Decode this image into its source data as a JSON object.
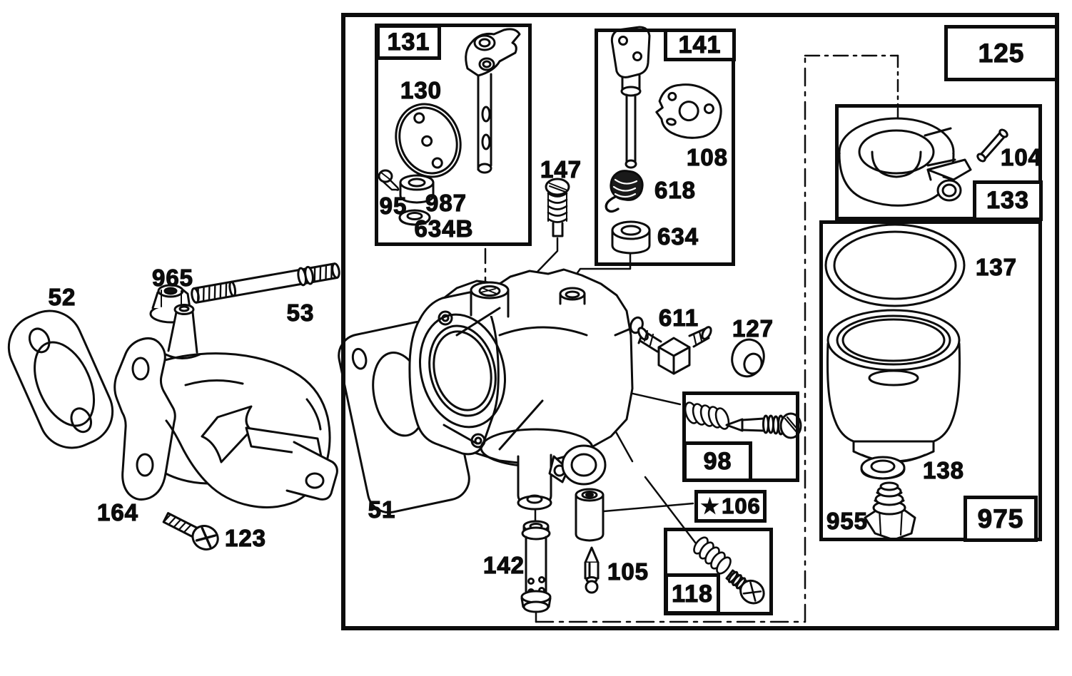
{
  "canvas": {
    "paper": "#ffffff",
    "ink": "#0c0c0c"
  },
  "labels": {
    "n52": "52",
    "n965": "965",
    "n53": "53",
    "n164": "164",
    "n123": "123",
    "n131": "131",
    "n130": "130",
    "n95": "95",
    "n987": "987",
    "n634B": "634B",
    "n147": "147",
    "n141": "141",
    "n108": "108",
    "n618": "618",
    "n634": "634",
    "n125": "125",
    "n104": "104",
    "n133": "133",
    "n137": "137",
    "n138": "138",
    "n955": "955",
    "n975": "975",
    "n611": "611",
    "n127": "127",
    "n98": "98",
    "n106": "106",
    "n106_star": "★",
    "n118": "118",
    "n51": "51",
    "n142": "142",
    "n105": "105"
  }
}
